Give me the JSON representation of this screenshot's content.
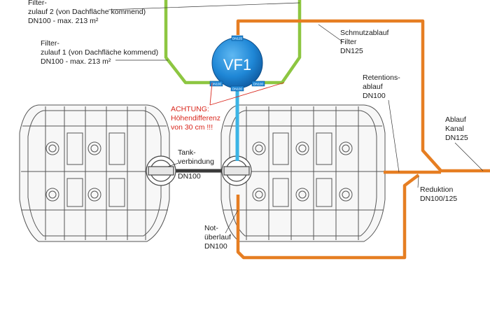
{
  "labels": {
    "filter2_l1": "Filter-",
    "filter2_l2": "zulauf 2 (von Dachfläche kommend)",
    "filter2_l3": "DN100 - max. 213 m²",
    "filter1_l1": "Filter-",
    "filter1_l2": "zulauf 1 (von Dachfläche kommend)",
    "filter1_l3": "DN100 - max. 213 m²",
    "schmutz_l1": "Schmutzablauf",
    "schmutz_l2": "Filter",
    "schmutz_l3": "DN125",
    "ret_l1": "Retentions-",
    "ret_l2": "ablauf",
    "ret_l3": "DN100",
    "kanal_l1": "Ablauf",
    "kanal_l2": "Kanal",
    "kanal_l3": "DN125",
    "tank_l1": "Tank-",
    "tank_l2": "verbindung",
    "tank_l3": "DN100",
    "red_l1": "Reduktion",
    "red_l2": "DN100/125",
    "not_l1": "Not-",
    "not_l2": "überlauf",
    "not_l3": "DN100",
    "warn_l1": "ACHTUNG:",
    "warn_l2": "Höhendifferenz",
    "warn_l3": "von 30 cm !!!"
  },
  "filter": {
    "name": "VF1",
    "tag_top": "DN125",
    "tag_left": "DN100",
    "tag_bottom": "DN100",
    "tag_right": "DN100"
  },
  "colors": {
    "inflow_pipe": "#8dc641",
    "outflow_pipe": "#e67e22",
    "overflow_pipe": "#3bb4e5",
    "tank_connection": "#3a3a3a",
    "filter_body": "#1f87d6",
    "warning_text": "#d9261c"
  }
}
